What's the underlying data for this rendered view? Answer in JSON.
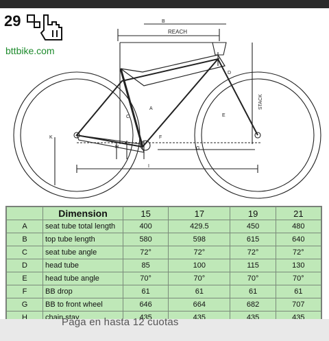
{
  "logo": {
    "number": "29",
    "site": "bttbike.com"
  },
  "diagram": {
    "labels": {
      "b": "B",
      "reach": "REACH",
      "stack": "STACK",
      "a": "A",
      "c": "C",
      "d": "D",
      "e": "E",
      "f": "F",
      "g": "G",
      "h": "H",
      "k": "K",
      "i": "I"
    }
  },
  "table": {
    "header": {
      "dimension": "Dimension",
      "sizes": [
        "15",
        "17",
        "19",
        "21"
      ]
    },
    "rows": [
      {
        "letter": "A",
        "name": "seat tube total length",
        "values": [
          "400",
          "429.5",
          "450",
          "480"
        ]
      },
      {
        "letter": "B",
        "name": "top tube length",
        "values": [
          "580",
          "598",
          "615",
          "640"
        ]
      },
      {
        "letter": "C",
        "name": "seat tube angle",
        "values": [
          "72°",
          "72°",
          "72°",
          "72°"
        ]
      },
      {
        "letter": "D",
        "name": "head tube",
        "values": [
          "85",
          "100",
          "115",
          "130"
        ]
      },
      {
        "letter": "E",
        "name": "head tube angle",
        "values": [
          "70°",
          "70°",
          "70°",
          "70°"
        ]
      },
      {
        "letter": "F",
        "name": "BB drop",
        "values": [
          "61",
          "61",
          "61",
          "61"
        ]
      },
      {
        "letter": "G",
        "name": "BB to front wheel",
        "values": [
          "646",
          "664",
          "682",
          "707"
        ]
      },
      {
        "letter": "H",
        "name": "chain stay",
        "values": [
          "435",
          "435",
          "435",
          "435"
        ]
      }
    ]
  },
  "caption": "Paga en hasta 12 cuotas"
}
